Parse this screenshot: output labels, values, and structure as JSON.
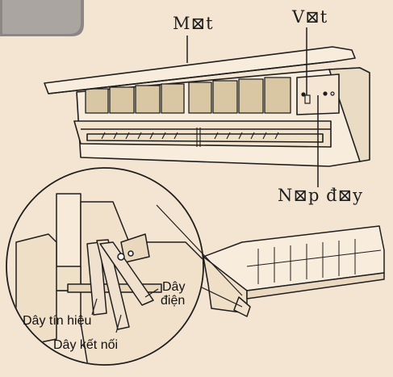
{
  "labels": {
    "front_panel": "M⊠t",
    "fin": "V⊠t",
    "terminal_cover": "N⊠p đ⊠y",
    "power_wire_line1": "Dây",
    "power_wire_line2": "điện",
    "signal_wire": "Dây tín hiệu",
    "connecting_wire": "Dây kết nối"
  },
  "colors": {
    "background": "#f3e5d1",
    "panel_fill": "#f8ecdc",
    "filter_fill": "#d9c7a4",
    "corner_tab": "#8a8784",
    "line": "#1e1e1e"
  }
}
